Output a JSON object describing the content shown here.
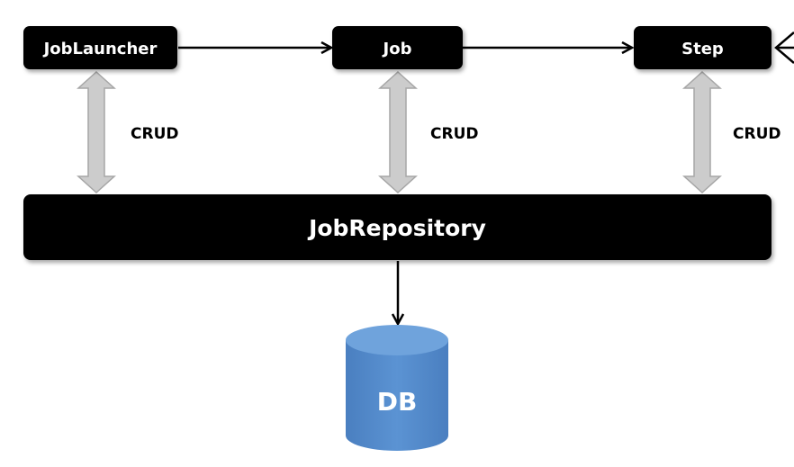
{
  "nodes": {
    "job_launcher": "JobLauncher",
    "job": "Job",
    "step": "Step",
    "job_repository": "JobRepository",
    "db": "DB"
  },
  "edges": {
    "crud_launcher": "CRUD",
    "crud_job": "CRUD",
    "crud_step": "CRUD"
  },
  "colors": {
    "node_fill": "#000000",
    "node_text": "#ffffff",
    "crud_arrow_fill": "#cccccc",
    "crud_arrow_stroke": "#a6a6a6",
    "db_fill": "#4f86c6",
    "db_top": "#6a9fd8"
  }
}
